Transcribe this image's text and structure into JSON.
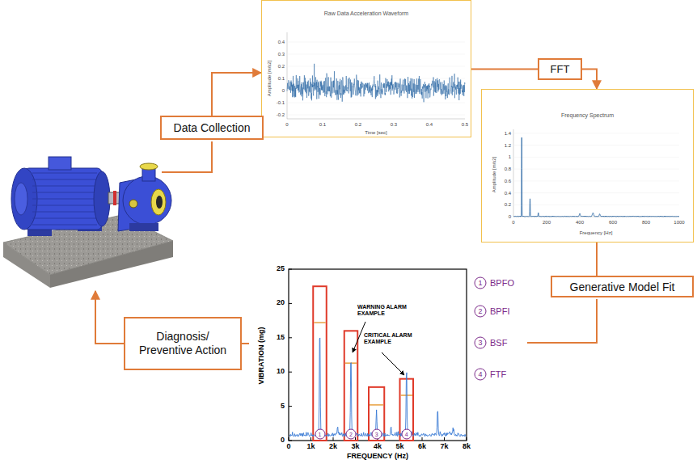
{
  "diagram": {
    "nodes": [
      {
        "text": [
          "Raw Data Acceleration Waveform"
        ]
      },
      {
        "text": [
          "FFT"
        ]
      },
      {
        "text": [
          "Data Collection"
        ]
      },
      {
        "text": [
          "Frequency Spectrum"
        ]
      },
      {
        "text": [
          "Generative Model Fit"
        ]
      },
      {
        "text": [
          "Diagnosis/ Preventive Action"
        ]
      }
    ],
    "edges": [
      {
        "from": 2,
        "to": 0,
        "arrow": "to"
      },
      {
        "from": 0,
        "to": 1,
        "arrow": "none"
      },
      {
        "from": 1,
        "to": 3,
        "arrow": "to"
      },
      {
        "from": 3,
        "to": 4,
        "arrow": "none"
      }
    ],
    "labels": [
      "Amplitude [m/s2]",
      "0.4",
      "0.3",
      "0.2",
      "0.1",
      "0",
      "-0.1",
      "-0.2",
      "0",
      "0.1",
      "0.2",
      "0.3",
      "0.4",
      "0.5",
      "Time [sec]",
      "Amplitude [m/s2]",
      "1.4",
      "1.2",
      "1",
      "0.8",
      "0.6",
      "0.4",
      "0.2",
      "0",
      "0",
      "200",
      "400",
      "600",
      "800",
      "1000",
      "Frequency [Hz]",
      "VIBRATION (mg)",
      "25",
      "20",
      "15",
      "10",
      "5",
      "0",
      "0",
      "1k",
      "2k",
      "3k",
      "4k",
      "5k",
      "6k",
      "7k",
      "8k",
      "FREQUENCY (Hz)",
      "WARNING ALARM EXAMPLE",
      "CRITICAL ALARM EXAMPLE",
      "1",
      "2",
      "3",
      "4",
      "1",
      "BPFO",
      "2",
      "BPFI",
      "3",
      "BSF",
      "4",
      "FTF"
    ]
  }
}
